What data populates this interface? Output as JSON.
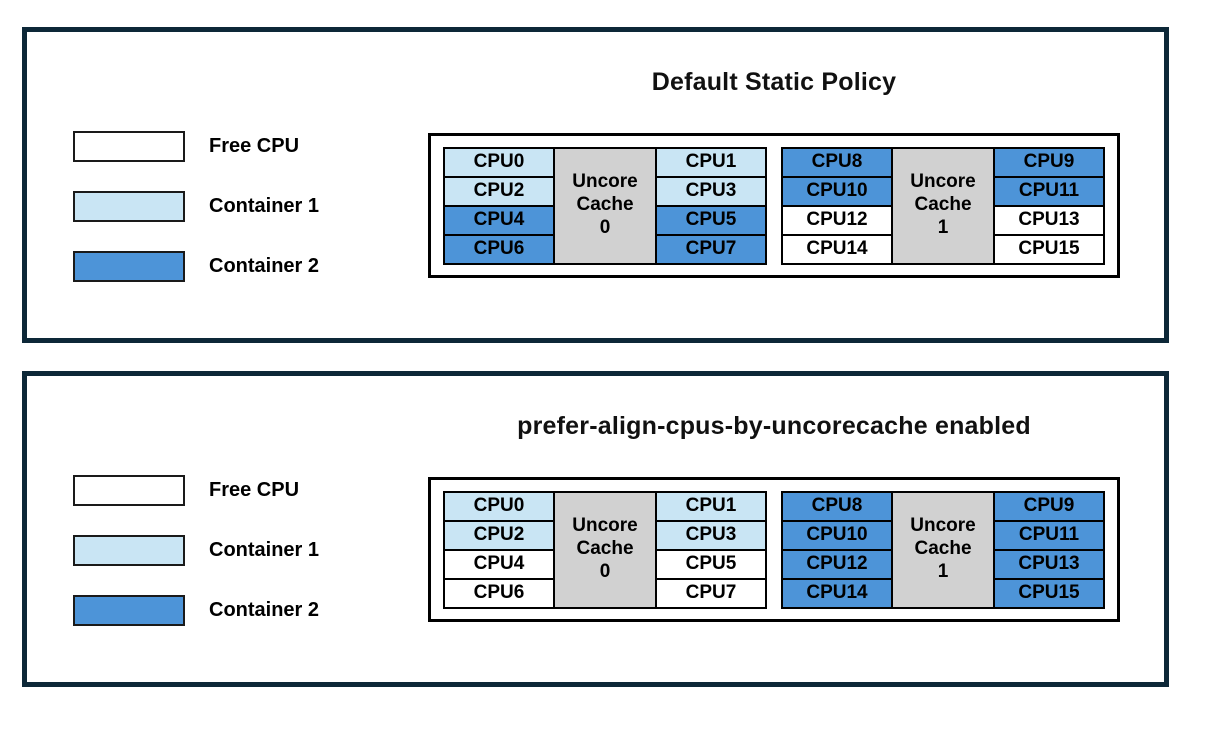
{
  "colors": {
    "free": "#FFFFFF",
    "container1": "#C9E5F4",
    "container2": "#4D94D8",
    "cache_bg": "#D1D1D1",
    "panel_border": "#0D2838",
    "cell_border": "#000000"
  },
  "legend": [
    {
      "label": "Free CPU",
      "state": "free"
    },
    {
      "label": "Container 1",
      "state": "container1"
    },
    {
      "label": "Container 2",
      "state": "container2"
    }
  ],
  "panels": [
    {
      "title": "Default Static Policy",
      "groups": [
        {
          "cache_lines": [
            "Uncore",
            "Cache",
            "0"
          ],
          "left": [
            {
              "label": "CPU0",
              "state": "container1"
            },
            {
              "label": "CPU2",
              "state": "container1"
            },
            {
              "label": "CPU4",
              "state": "container2"
            },
            {
              "label": "CPU6",
              "state": "container2"
            }
          ],
          "right": [
            {
              "label": "CPU1",
              "state": "container1"
            },
            {
              "label": "CPU3",
              "state": "container1"
            },
            {
              "label": "CPU5",
              "state": "container2"
            },
            {
              "label": "CPU7",
              "state": "container2"
            }
          ]
        },
        {
          "cache_lines": [
            "Uncore",
            "Cache",
            "1"
          ],
          "left": [
            {
              "label": "CPU8",
              "state": "container2"
            },
            {
              "label": "CPU10",
              "state": "container2"
            },
            {
              "label": "CPU12",
              "state": "free"
            },
            {
              "label": "CPU14",
              "state": "free"
            }
          ],
          "right": [
            {
              "label": "CPU9",
              "state": "container2"
            },
            {
              "label": "CPU11",
              "state": "container2"
            },
            {
              "label": "CPU13",
              "state": "free"
            },
            {
              "label": "CPU15",
              "state": "free"
            }
          ]
        }
      ]
    },
    {
      "title": "prefer-align-cpus-by-uncorecache enabled",
      "groups": [
        {
          "cache_lines": [
            "Uncore",
            "Cache",
            "0"
          ],
          "left": [
            {
              "label": "CPU0",
              "state": "container1"
            },
            {
              "label": "CPU2",
              "state": "container1"
            },
            {
              "label": "CPU4",
              "state": "free"
            },
            {
              "label": "CPU6",
              "state": "free"
            }
          ],
          "right": [
            {
              "label": "CPU1",
              "state": "container1"
            },
            {
              "label": "CPU3",
              "state": "container1"
            },
            {
              "label": "CPU5",
              "state": "free"
            },
            {
              "label": "CPU7",
              "state": "free"
            }
          ]
        },
        {
          "cache_lines": [
            "Uncore",
            "Cache",
            "1"
          ],
          "left": [
            {
              "label": "CPU8",
              "state": "container2"
            },
            {
              "label": "CPU10",
              "state": "container2"
            },
            {
              "label": "CPU12",
              "state": "container2"
            },
            {
              "label": "CPU14",
              "state": "container2"
            }
          ],
          "right": [
            {
              "label": "CPU9",
              "state": "container2"
            },
            {
              "label": "CPU11",
              "state": "container2"
            },
            {
              "label": "CPU13",
              "state": "container2"
            },
            {
              "label": "CPU15",
              "state": "container2"
            }
          ]
        }
      ]
    }
  ]
}
